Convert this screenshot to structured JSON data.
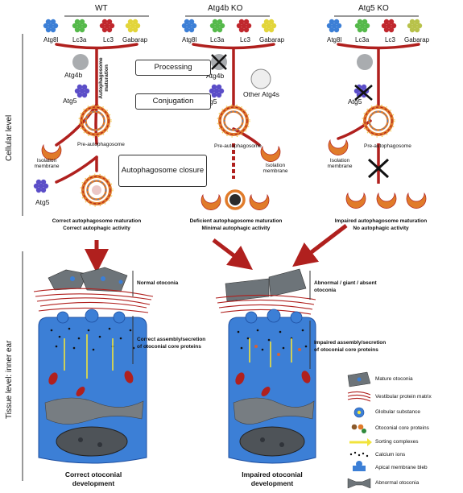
{
  "columns": {
    "wt": "WT",
    "atg4b": "Atg4b KO",
    "atg5": "Atg5 KO"
  },
  "proteins": [
    "Atg8l",
    "Lc3a",
    "Lc3",
    "Gabarap"
  ],
  "labels": {
    "atg4b": "Atg4b",
    "atg5": "Atg5",
    "other_atg4": "Other Atg4s",
    "autophagosome_maturation": "Autophagosome maturation",
    "pre_autophagosome": "Pre-autophagosome",
    "isolation_membrane": "Isolation membrane"
  },
  "steps": {
    "processing": "Processing",
    "conjugation": "Conjugation",
    "closure": "Autophagosome closure"
  },
  "outcomes": {
    "wt": [
      "Correct autophagosome maturation",
      "Correct autophagic activity"
    ],
    "atg4b": [
      "Deficient autophagosome maturation",
      "Minimal autophagic activity"
    ],
    "atg5": [
      "Impaired autophagosome maturation",
      "No autophagic activity"
    ]
  },
  "levels": {
    "cellular": "Cellular level",
    "tissue": "Tissue level: inner ear"
  },
  "tissue": {
    "normal_otoconia": "Normal otoconia",
    "correct_assembly": [
      "Correct assembly/secretion",
      "of otoconial core proteins"
    ],
    "abnormal_otoconia": [
      "Abnormal / giant / absent",
      "otoconia"
    ],
    "impaired_assembly": [
      "Impaired assembly/secretion",
      "of otoconial core proteins"
    ],
    "correct_dev": [
      "Correct otoconial",
      "development"
    ],
    "impaired_dev": [
      "Impaired otoconial",
      "development"
    ]
  },
  "legend": [
    "Mature otoconia",
    "Vestibular protein matrix",
    "Globular substance",
    "Otoconial core proteins",
    "Sorting complexes",
    "Calcium ions",
    "Apical membrane bleb",
    "Abnormal otoconia"
  ],
  "colors": {
    "red": "#b0201e",
    "blue": "#3c7fd6",
    "grey": "#6d7479",
    "orange": "#e07b2a"
  }
}
